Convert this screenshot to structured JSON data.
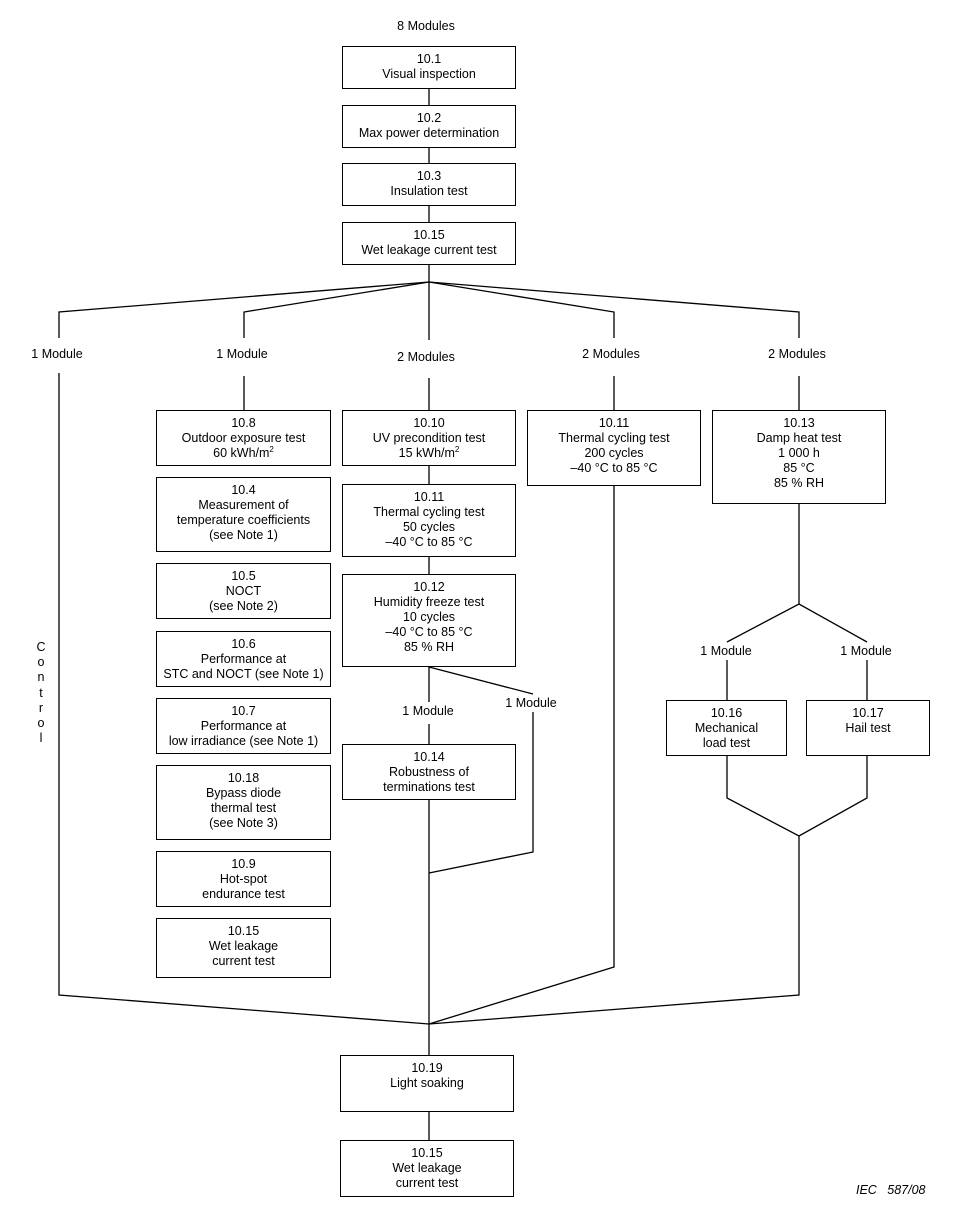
{
  "top_label": "8 Modules",
  "top_boxes": [
    {
      "num": "10.1",
      "lines": [
        "Visual inspection"
      ]
    },
    {
      "num": "10.2",
      "lines": [
        "Max power determination"
      ]
    },
    {
      "num": "10.3",
      "lines": [
        "Insulation test"
      ]
    },
    {
      "num": "10.15",
      "lines": [
        "Wet leakage current test"
      ]
    }
  ],
  "branch_labels": [
    "1 Module",
    "1 Module",
    "2 Modules",
    "2 Modules",
    "2 Modules"
  ],
  "control_label": "Control",
  "branch2_boxes": [
    {
      "num": "10.8",
      "lines": [
        "Outdoor exposure test"
      ],
      "unit_value": "60 kWh/m",
      "unit_sup": "2"
    },
    {
      "num": "10.4",
      "lines": [
        "Measurement of",
        "temperature coefficients",
        "(see Note 1)"
      ]
    },
    {
      "num": "10.5",
      "lines": [
        "NOCT",
        "(see Note 2)"
      ]
    },
    {
      "num": "10.6",
      "lines": [
        "Performance at",
        "STC and NOCT (see Note 1)"
      ]
    },
    {
      "num": "10.7",
      "lines": [
        "Performance at",
        "low irradiance (see Note 1)"
      ]
    },
    {
      "num": "10.18",
      "lines": [
        "Bypass diode",
        "thermal test",
        "(see Note 3)"
      ]
    },
    {
      "num": "10.9",
      "lines": [
        "Hot-spot",
        "endurance test"
      ]
    },
    {
      "num": "10.15",
      "lines": [
        "Wet leakage",
        "current test"
      ]
    }
  ],
  "branch3_boxes": [
    {
      "num": "10.10",
      "lines": [
        "UV precondition test"
      ],
      "unit_value": "15 kWh/m",
      "unit_sup": "2"
    },
    {
      "num": "10.11",
      "lines": [
        "Thermal cycling test",
        "50 cycles",
        "–40 °C to 85 °C"
      ]
    },
    {
      "num": "10.12",
      "lines": [
        "Humidity freeze test",
        "10 cycles",
        "–40 °C to 85 °C",
        "85 % RH"
      ]
    },
    {
      "num": "10.14",
      "lines": [
        "Robustness of",
        "terminations test"
      ]
    }
  ],
  "branch3_sub_labels": [
    "1 Module",
    "1 Module"
  ],
  "branch4_box": {
    "num": "10.11",
    "lines": [
      "Thermal cycling test",
      "200 cycles",
      "–40 °C to 85 °C"
    ]
  },
  "branch5_box": {
    "num": "10.13",
    "lines": [
      "Damp heat test",
      "1 000 h",
      "85 °C",
      "85 % RH"
    ]
  },
  "branch5_sub_labels": [
    "1 Module",
    "1 Module"
  ],
  "branch5_sub_boxes": [
    {
      "num": "10.16",
      "lines": [
        "Mechanical",
        "load test"
      ]
    },
    {
      "num": "10.17",
      "lines": [
        "Hail test"
      ]
    }
  ],
  "final_boxes": [
    {
      "num": "10.19",
      "lines": [
        "Light soaking"
      ]
    },
    {
      "num": "10.15",
      "lines": [
        "Wet leakage",
        "current test"
      ]
    }
  ],
  "figure_id": "IEC   587/08"
}
